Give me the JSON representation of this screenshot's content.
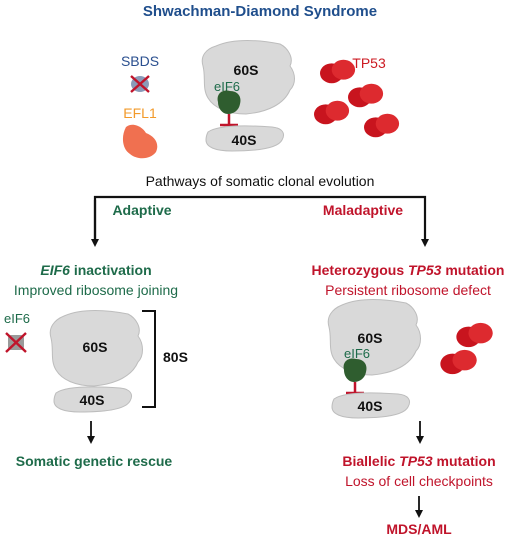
{
  "title": "Shwachman-Diamond Syndrome",
  "top": {
    "sbds_label": "SBDS",
    "efl1_label": "EFL1",
    "tp53_label": "TP53",
    "eif6_label": "eIF6",
    "large_subunit": "60S",
    "small_subunit": "40S"
  },
  "pathways_title": "Pathways of somatic clonal evolution",
  "adaptive": {
    "label": "Adaptive",
    "heading_gene": "EIF6",
    "heading_rest": " inactivation",
    "subheading": "Improved ribosome joining",
    "eif6_label": "eIF6",
    "large_subunit": "60S",
    "small_subunit": "40S",
    "ribosome_label": "80S",
    "outcome": "Somatic genetic rescue"
  },
  "maladaptive": {
    "label": "Maladaptive",
    "heading_pre": "Heterozygous ",
    "heading_gene": "TP53",
    "heading_post": " mutation",
    "subheading": "Persistent ribosome defect",
    "eif6_label": "eIF6",
    "large_subunit": "60S",
    "small_subunit": "40S",
    "outcome_pre": "Biallelic ",
    "outcome_gene": "TP53",
    "outcome_post": " mutation",
    "outcome_sub": "Loss of cell checkpoints",
    "final": "MDS/AML"
  },
  "colors": {
    "title_blue": "#1f4e8c",
    "green": "#1e6b4a",
    "crimson": "#c0142b",
    "tp53_red": "#cc1a22",
    "efl1_orange": "#f07050",
    "efl1_text": "#f29a2a",
    "sbds_blue": "#2a4f8f",
    "eif6_green": "#2f5d2f",
    "ribosome_gray": "#d9d9d9"
  }
}
